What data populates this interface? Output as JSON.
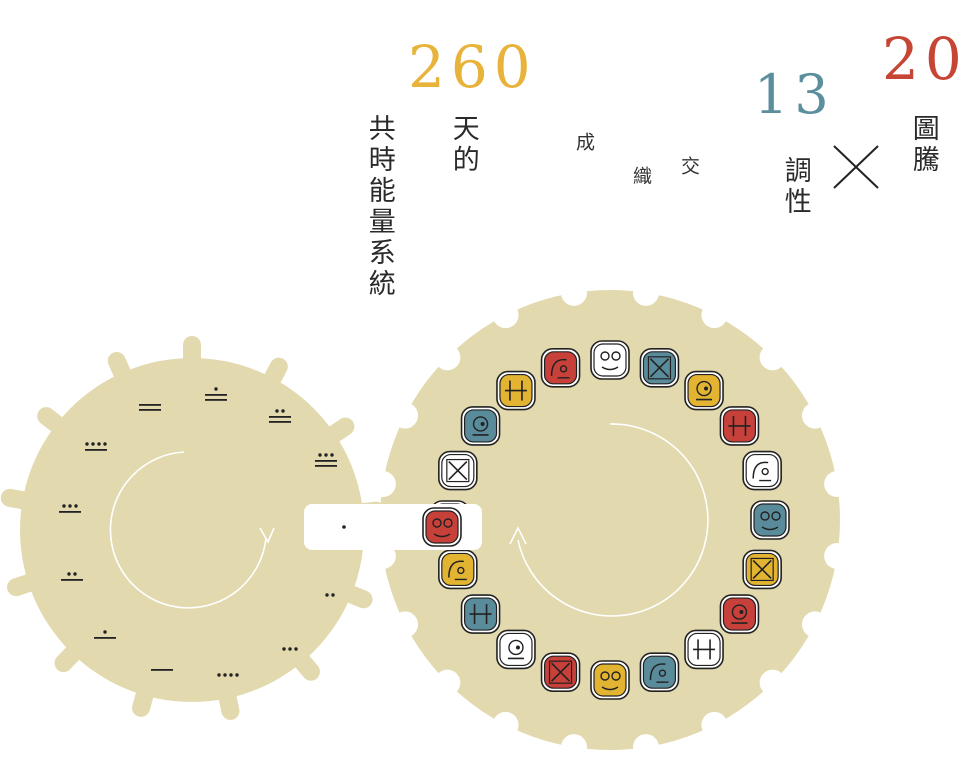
{
  "header": {
    "number_days": "260",
    "days_text": "天的",
    "system_text": "共時能量系統",
    "weave": {
      "part1": "成",
      "part2": "織",
      "part3": "交"
    },
    "number_tones": "13",
    "tones_text": "調性",
    "number_seals": "20",
    "seals_text": "圖騰",
    "times_symbol": "times-icon"
  },
  "colors": {
    "days": "#E8B33A",
    "tones": "#5C8F9E",
    "seals": "#C64535",
    "gear": "#E2D9AE",
    "red": "#C8403A",
    "yellow": "#E2B432",
    "blue": "#5A8B9A",
    "white": "#FFFFFF",
    "ink": "#222222"
  },
  "tone_gear": {
    "tones": [
      {
        "dots": 1,
        "bars": 0
      },
      {
        "dots": 2,
        "bars": 0
      },
      {
        "dots": 3,
        "bars": 0
      },
      {
        "dots": 4,
        "bars": 0
      },
      {
        "dots": 0,
        "bars": 1
      },
      {
        "dots": 1,
        "bars": 1
      },
      {
        "dots": 2,
        "bars": 1
      },
      {
        "dots": 3,
        "bars": 1
      },
      {
        "dots": 4,
        "bars": 1
      },
      {
        "dots": 0,
        "bars": 2
      },
      {
        "dots": 1,
        "bars": 2
      },
      {
        "dots": 2,
        "bars": 2
      },
      {
        "dots": 3,
        "bars": 2
      }
    ]
  },
  "seal_gear": {
    "seals": [
      {
        "name": "red-dragon-icon",
        "color": "red"
      },
      {
        "name": "white-wind-icon",
        "color": "white"
      },
      {
        "name": "blue-night-icon",
        "color": "blue"
      },
      {
        "name": "yellow-seed-icon",
        "color": "yellow"
      },
      {
        "name": "red-serpent-icon",
        "color": "red"
      },
      {
        "name": "white-worldbridger-icon",
        "color": "white"
      },
      {
        "name": "blue-hand-icon",
        "color": "blue"
      },
      {
        "name": "yellow-star-icon",
        "color": "yellow"
      },
      {
        "name": "red-moon-icon",
        "color": "red"
      },
      {
        "name": "white-dog-icon",
        "color": "white"
      },
      {
        "name": "blue-monkey-icon",
        "color": "blue"
      },
      {
        "name": "yellow-human-icon",
        "color": "yellow"
      },
      {
        "name": "red-skywalker-icon",
        "color": "red"
      },
      {
        "name": "white-wizard-icon",
        "color": "white"
      },
      {
        "name": "blue-eagle-icon",
        "color": "blue"
      },
      {
        "name": "yellow-warrior-icon",
        "color": "yellow"
      },
      {
        "name": "red-earth-icon",
        "color": "red"
      },
      {
        "name": "white-mirror-icon",
        "color": "white"
      },
      {
        "name": "blue-storm-icon",
        "color": "blue"
      },
      {
        "name": "yellow-sun-icon",
        "color": "yellow"
      }
    ]
  }
}
